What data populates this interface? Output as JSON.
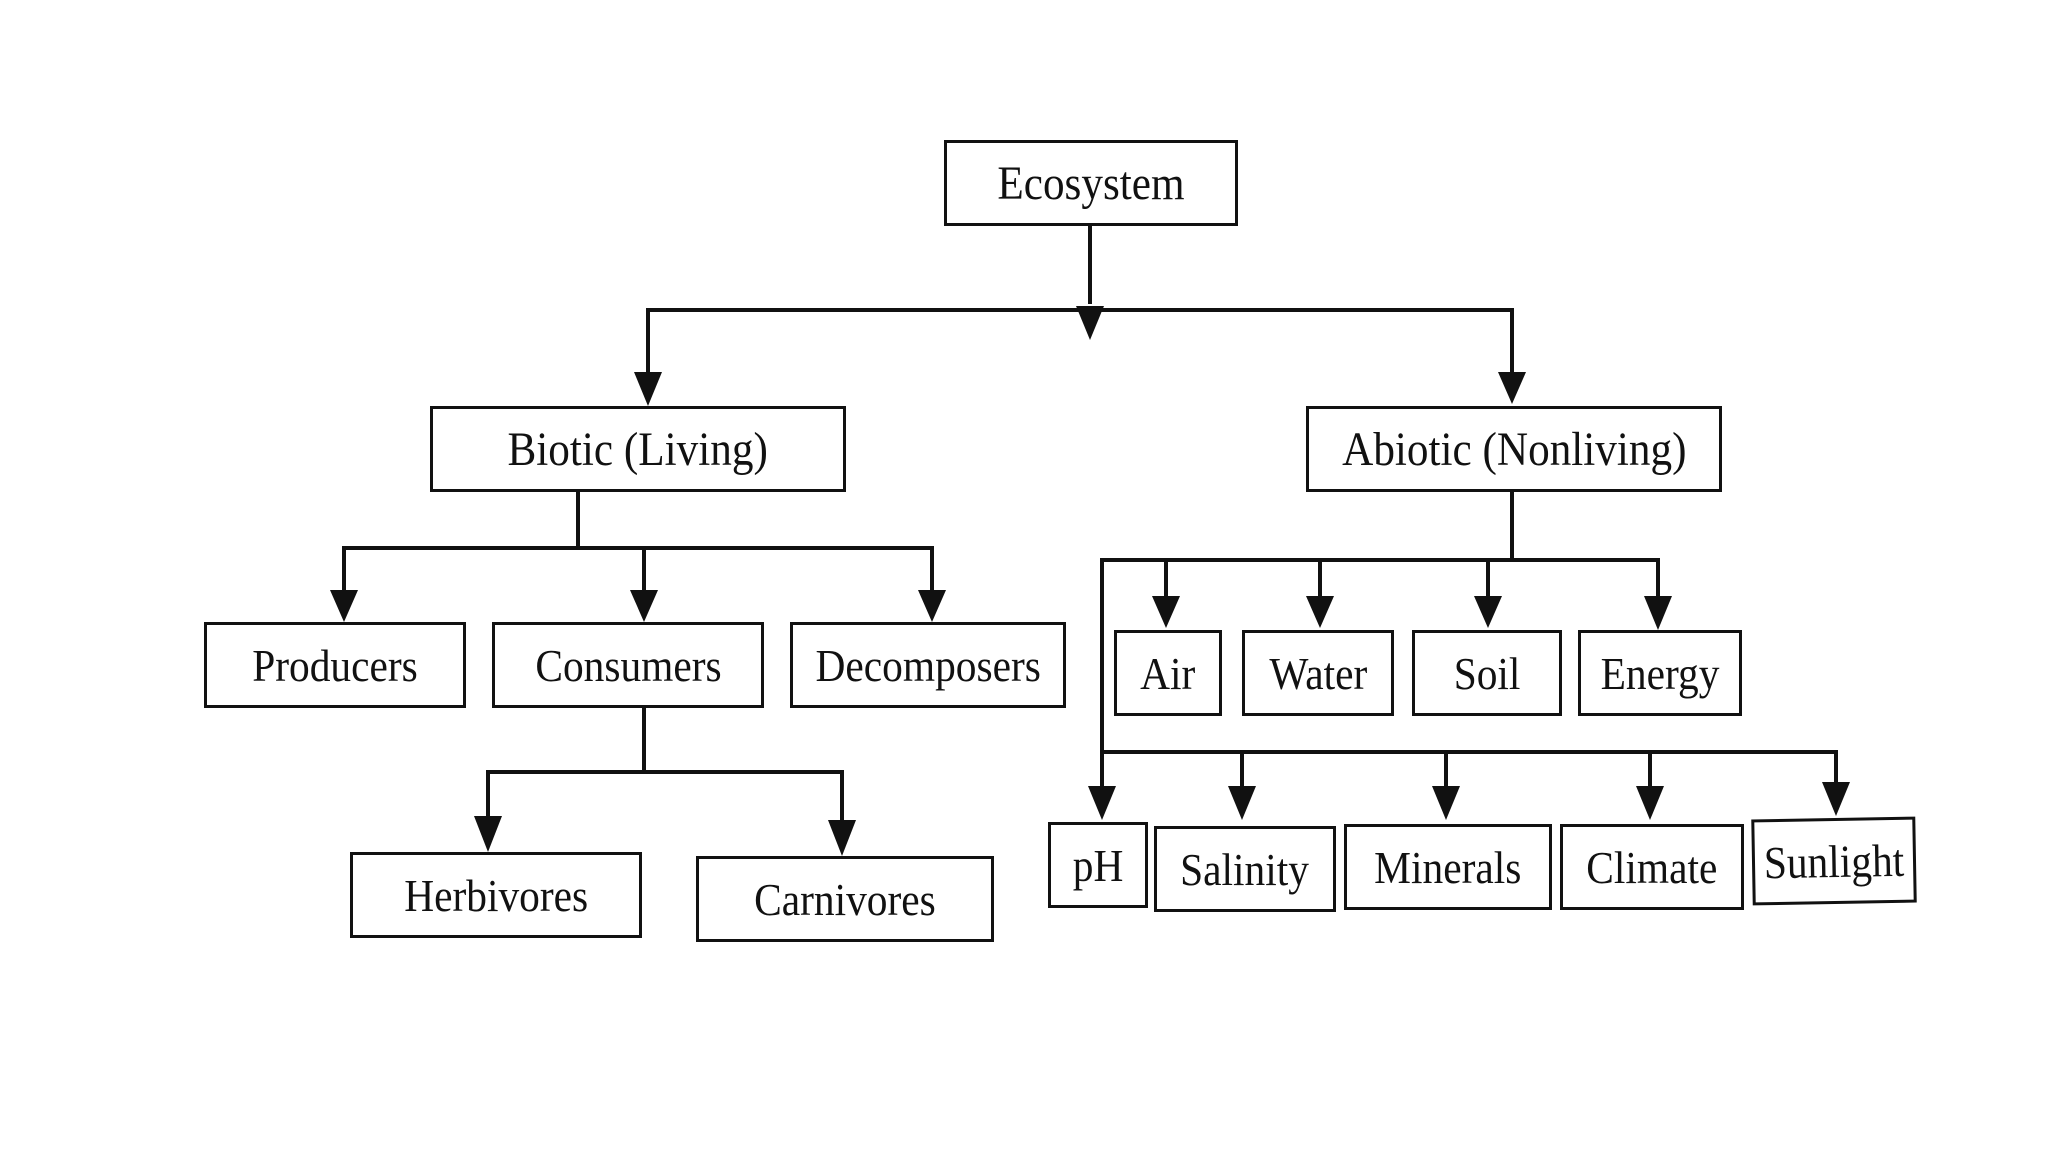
{
  "diagram": {
    "root": {
      "label": "Ecosystem"
    },
    "biotic": {
      "label": "Biotic (Living)",
      "producers": "Producers",
      "consumers": "Consumers",
      "decomposers": "Decomposers",
      "herbivores": "Herbivores",
      "carnivores": "Carnivores"
    },
    "abiotic": {
      "label": "Abiotic (Nonliving)",
      "air": "Air",
      "water": "Water",
      "soil": "Soil",
      "energy": "Energy",
      "ph": "pH",
      "salinity": "Salinity",
      "minerals": "Minerals",
      "climate": "Climate",
      "sunlight": "Sunlight"
    },
    "line_color": "#111111"
  }
}
